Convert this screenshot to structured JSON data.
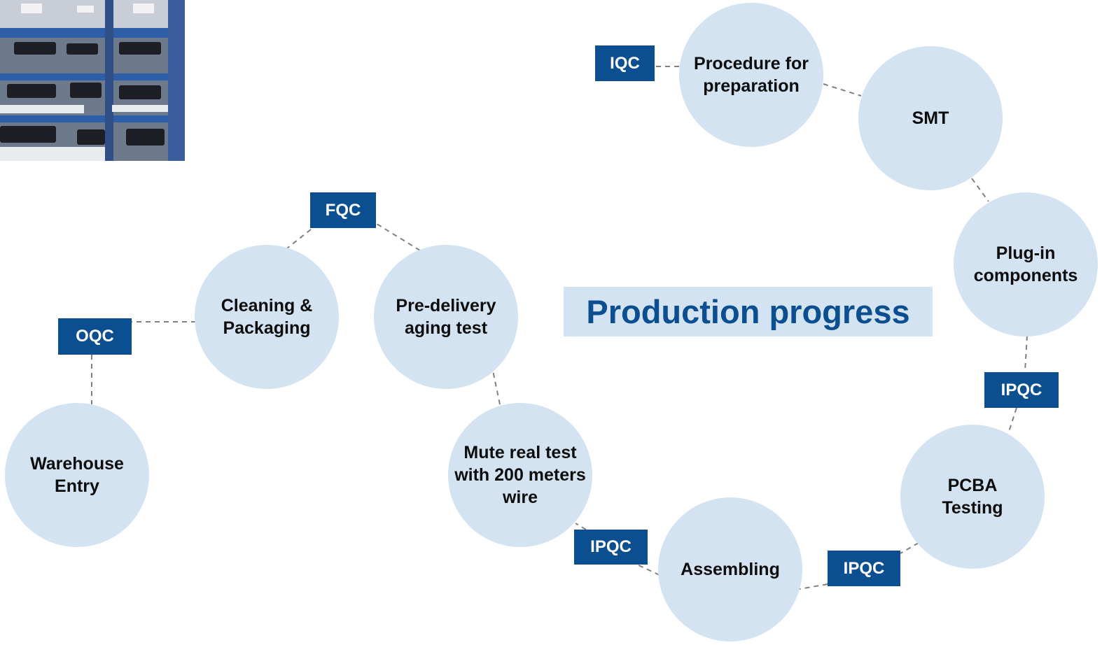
{
  "title": "Production progress",
  "colors": {
    "circle_fill": "#d4e3f1",
    "qc_fill": "#0b4f91",
    "title_text": "#0b4f91",
    "connector": "#808080"
  },
  "photo": {
    "icon": "factory-shelf-photo"
  },
  "steps": [
    {
      "id": "preparation",
      "label": "Procedure for\npreparation"
    },
    {
      "id": "smt",
      "label": "SMT"
    },
    {
      "id": "plugin",
      "label": "Plug-in\ncomponents"
    },
    {
      "id": "pcba",
      "label": "PCBA\nTesting"
    },
    {
      "id": "assembling",
      "label": "Assembling"
    },
    {
      "id": "mute-test",
      "label": "Mute real test\nwith 200 meters\nwire"
    },
    {
      "id": "aging",
      "label": "Pre-delivery\naging test"
    },
    {
      "id": "cleaning",
      "label": "Cleaning &\nPackaging"
    },
    {
      "id": "warehouse",
      "label": "Warehouse\nEntry"
    }
  ],
  "checkpoints": [
    {
      "id": "iqc",
      "label": "IQC"
    },
    {
      "id": "ipqc-1",
      "label": "IPQC"
    },
    {
      "id": "ipqc-2",
      "label": "IPQC"
    },
    {
      "id": "ipqc-3",
      "label": "IPQC"
    },
    {
      "id": "fqc",
      "label": "FQC"
    },
    {
      "id": "oqc",
      "label": "OQC"
    }
  ]
}
